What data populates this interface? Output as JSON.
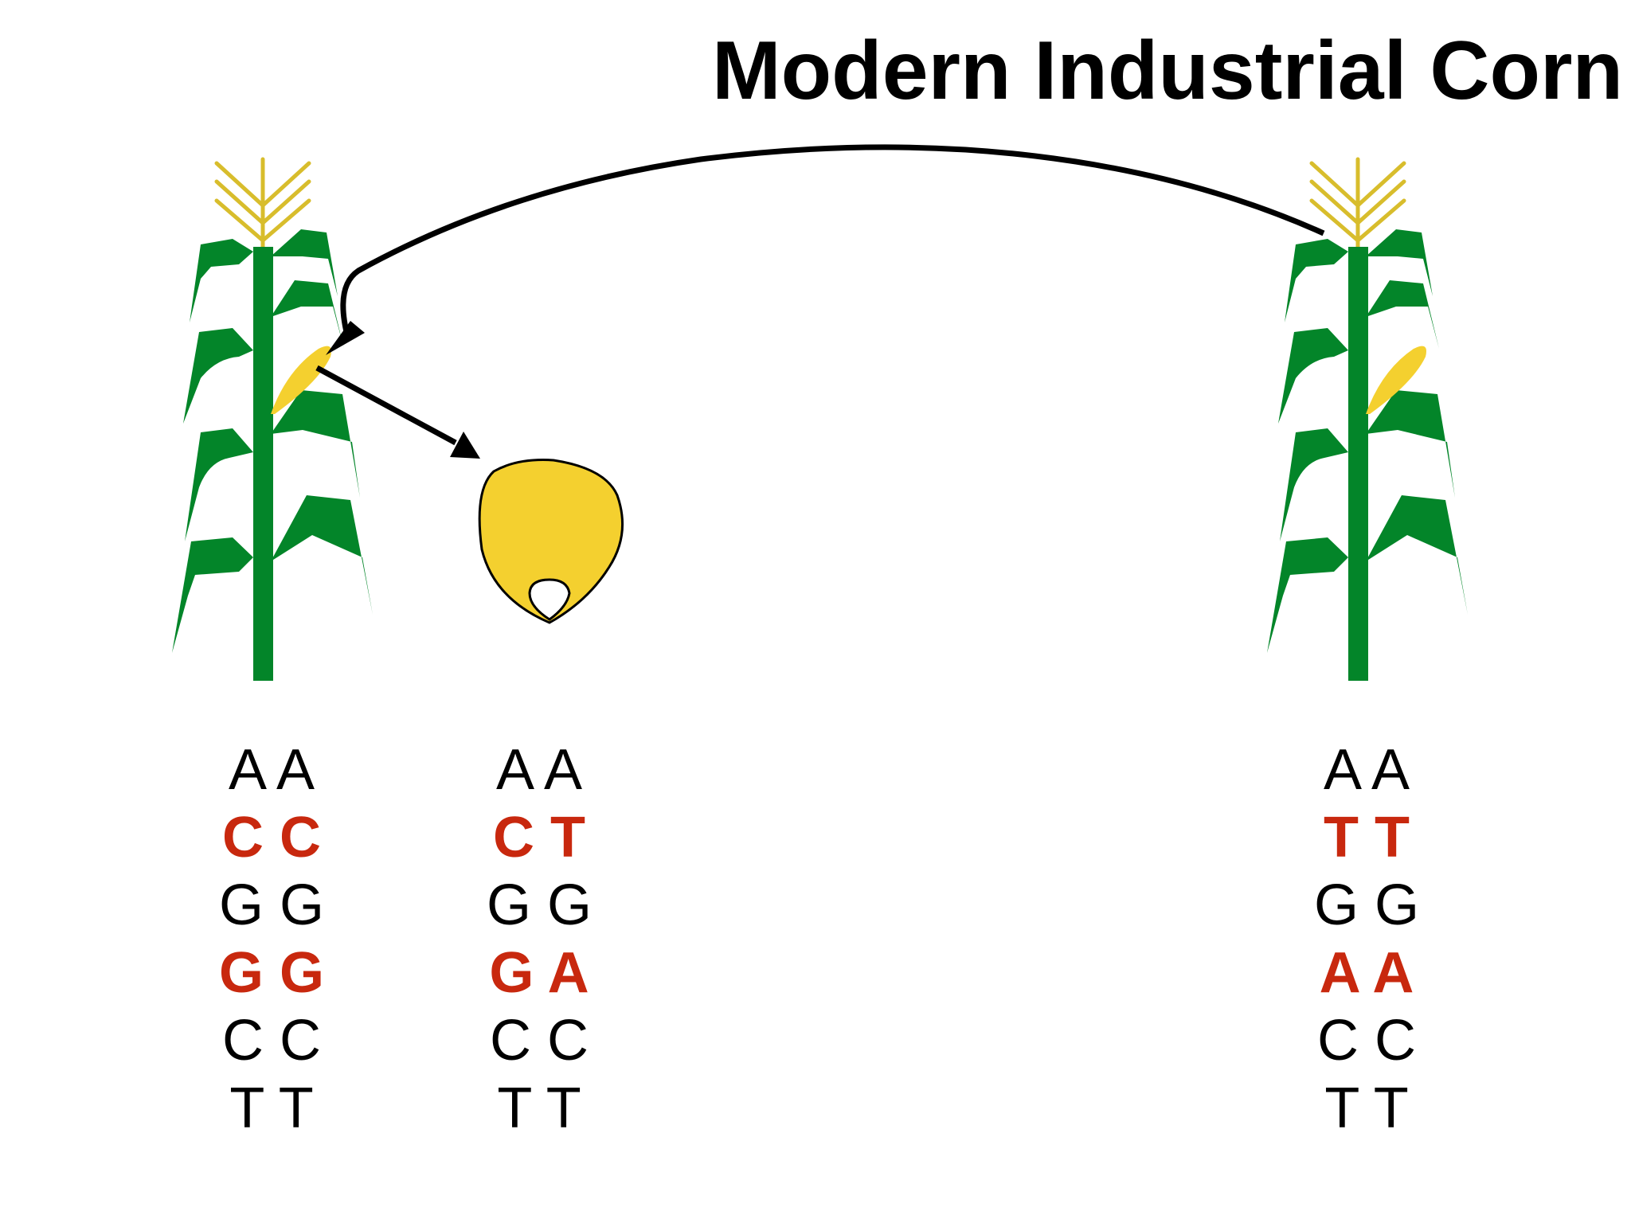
{
  "title": "Modern Industrial Corn",
  "colors": {
    "stalk": "#038529",
    "tassel": "#d8bd2c",
    "ear": "#f4d02f",
    "highlight": "#c8280e",
    "text": "#000000",
    "arrow": "#000000"
  },
  "genotypes": {
    "left_plant": [
      "AA",
      "CC",
      "GG",
      "GG",
      "CC",
      "TT"
    ],
    "seed": [
      "AA",
      "CT",
      "GG",
      "GA",
      "CC",
      "TT"
    ],
    "right_plant": [
      "AA",
      "TT",
      "GG",
      "AA",
      "CC",
      "TT"
    ]
  },
  "highlighted_rows": [
    1,
    3
  ]
}
